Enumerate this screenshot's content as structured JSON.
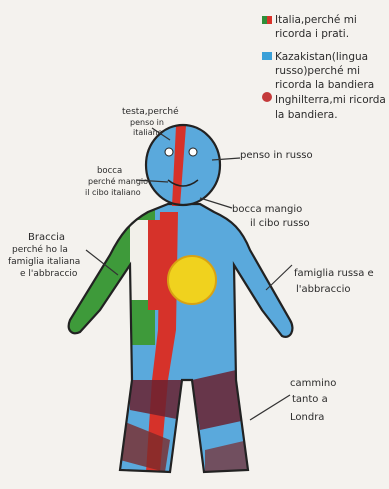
{
  "legend": {
    "items": [
      {
        "name": "italy-legend-item",
        "lines": [
          "Italia,perché mi",
          "ricorda i prati."
        ],
        "colors": [
          "#2f8f3a",
          "#d9332b"
        ]
      },
      {
        "name": "kazakhstan-legend-item",
        "lines": [
          "Kazakistan(lingua",
          "russo)perché mi",
          "ricorda la bandiera"
        ],
        "colors": [
          "#3aa0d8",
          "#e5c21a"
        ]
      },
      {
        "name": "england-legend-item",
        "lines": [
          "Inghilterra,mi ricorda",
          "la bandiera."
        ],
        "colors": [
          "#c43a3a",
          "#2d4f9e"
        ]
      }
    ]
  },
  "annotations": {
    "head": [
      "testa,perché",
      "penso in",
      "italiano"
    ],
    "mouth_left": [
      "bocca",
      "perché mangio",
      "il cibo italiano"
    ],
    "think_russian": [
      "penso in russo"
    ],
    "mouth_right": [
      "bocca mangio",
      "il cibo russo"
    ],
    "arms_left": [
      "Braccia",
      "perché ho la",
      "famiglia italiana",
      "e l'abbraccio"
    ],
    "arms_right": [
      "famiglia russa e",
      "l'abbraccio"
    ],
    "walk": [
      "cammino",
      "tanto a",
      "Londra"
    ]
  },
  "colors": {
    "outline": "#222222",
    "italy_green": "#3e9a3a",
    "italy_red": "#d6322a",
    "russia_blue": "#5aa9dc",
    "sun_yellow": "#f0d21e",
    "england_maroon": "#7a2a2a"
  }
}
